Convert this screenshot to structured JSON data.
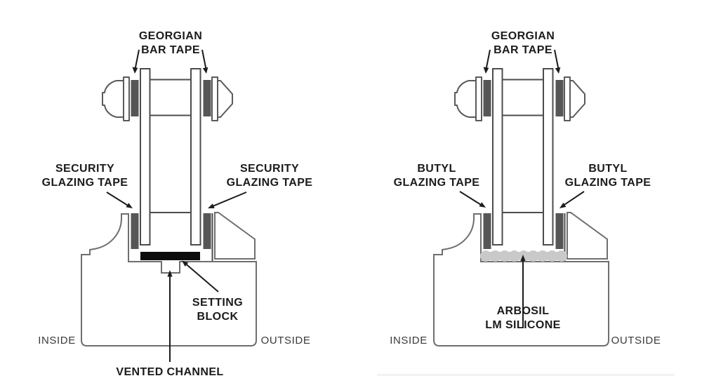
{
  "left_diagram": {
    "title_note": "timber glazing detail with setting block",
    "labels": {
      "georgian_bar_tape": {
        "line1": "GEORGIAN",
        "line2": "BAR TAPE"
      },
      "glazing_tape_left": {
        "line1": "SECURITY",
        "line2": "GLAZING TAPE"
      },
      "glazing_tape_right": {
        "line1": "SECURITY",
        "line2": "GLAZING TAPE"
      },
      "setting_block": {
        "line1": "SETTING",
        "line2": "BLOCK"
      },
      "vented_channel": "VENTED CHANNEL",
      "inside": "INSIDE",
      "outside": "OUTSIDE"
    }
  },
  "right_diagram": {
    "title_note": "timber glazing detail with silicone bed",
    "labels": {
      "georgian_bar_tape": {
        "line1": "GEORGIAN",
        "line2": "BAR TAPE"
      },
      "glazing_tape_left": {
        "line1": "BUTYL",
        "line2": "GLAZING TAPE"
      },
      "glazing_tape_right": {
        "line1": "BUTYL",
        "line2": "GLAZING TAPE"
      },
      "silicone": {
        "line1": "ARBOSIL",
        "line2": "LM SILICONE"
      },
      "inside": "INSIDE",
      "outside": "OUTSIDE"
    }
  },
  "colors": {
    "background": "#ffffff",
    "frame_outline": "#6e6e6e",
    "glass_outline": "#4c4c4c",
    "tape_fill": "#565656",
    "setting_block_fill": "#0c0c0c",
    "silicone_bead_fill": "#c9c9c9",
    "label_text": "#1b1b1b",
    "side_label_text": "#3a3a3a",
    "divider_line": "#f2f2f2"
  }
}
